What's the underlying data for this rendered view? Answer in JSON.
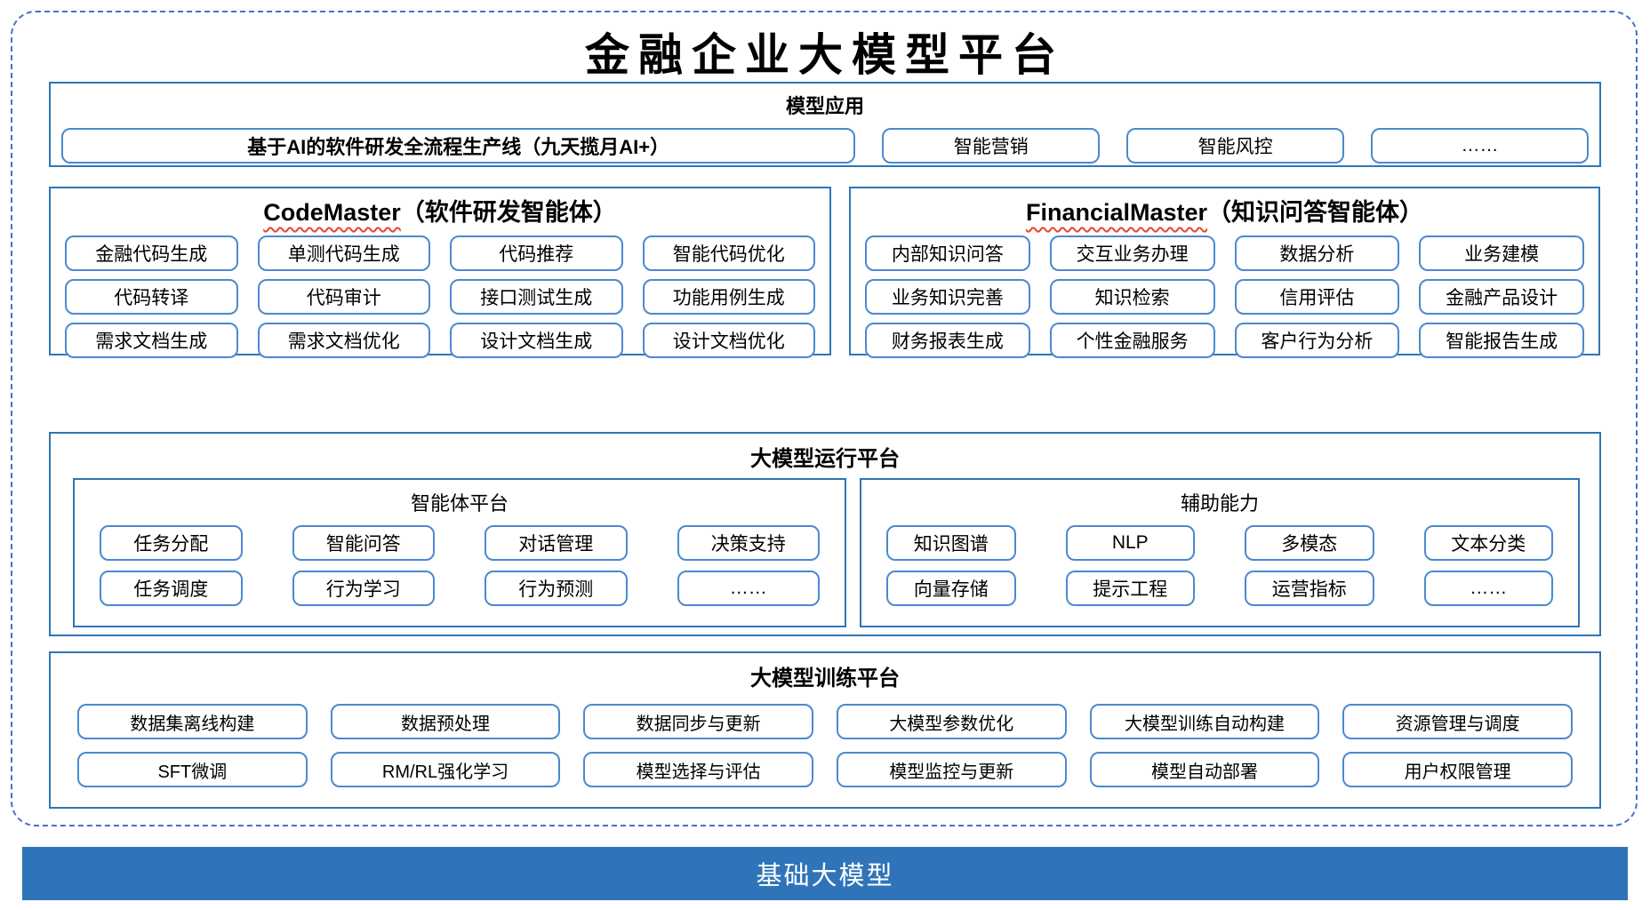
{
  "page": {
    "title": "金融企业大模型平台"
  },
  "sections": {
    "model_app": {
      "header": "模型应用",
      "primary_button": "基于AI的软件研发全流程生产线（九天揽月AI+）",
      "buttons": [
        "智能营销",
        "智能风控",
        "……"
      ]
    },
    "code_master": {
      "title_en": "CodeMaster",
      "title_zh": "（软件研发智能体）",
      "grid": {
        "columns": 4,
        "items": [
          "金融代码生成",
          "单测代码生成",
          "代码推荐",
          "智能代码优化",
          "代码转译",
          "代码审计",
          "接口测试生成",
          "功能用例生成",
          "需求文档生成",
          "需求文档优化",
          "设计文档生成",
          "设计文档优化"
        ]
      }
    },
    "financial_master": {
      "title_en": "FinancialMaster",
      "title_zh": "（知识问答智能体）",
      "grid": {
        "columns": 4,
        "items": [
          "内部知识问答",
          "交互业务办理",
          "数据分析",
          "业务建模",
          "业务知识完善",
          "知识检索",
          "信用评估",
          "金融产品设计",
          "财务报表生成",
          "个性金融服务",
          "客户行为分析",
          "智能报告生成"
        ]
      }
    },
    "runtime_platform": {
      "header": "大模型运行平台",
      "agent_platform": {
        "header": "智能体平台",
        "grid": {
          "columns": 4,
          "items": [
            "任务分配",
            "智能问答",
            "对话管理",
            "决策支持",
            "任务调度",
            "行为学习",
            "行为预测",
            "……"
          ]
        }
      },
      "aux_capability": {
        "header": "辅助能力",
        "grid": {
          "columns": 4,
          "items": [
            "知识图谱",
            "NLP",
            "多模态",
            "文本分类",
            "向量存储",
            "提示工程",
            "运营指标",
            "……"
          ]
        }
      }
    },
    "training_platform": {
      "header": "大模型训练平台",
      "grid": {
        "columns": 6,
        "items": [
          "数据集离线构建",
          "数据预处理",
          "数据同步与更新",
          "大模型参数优化",
          "大模型训练自动构建",
          "资源管理与调度",
          "SFT微调",
          "RM/RL强化学习",
          "模型选择与评估",
          "模型监控与更新",
          "模型自动部署",
          "用户权限管理"
        ]
      }
    },
    "base_model_bar": {
      "label": "基础大模型"
    }
  },
  "colors": {
    "section_border": "#2E75B6",
    "button_border": "#4A89D0",
    "dashed_border": "#4472C4",
    "base_bar_background": "#2F74B8",
    "spellcheck_wavy_underline": "#E8442E",
    "base_bar_text": "#FFFFFF"
  }
}
